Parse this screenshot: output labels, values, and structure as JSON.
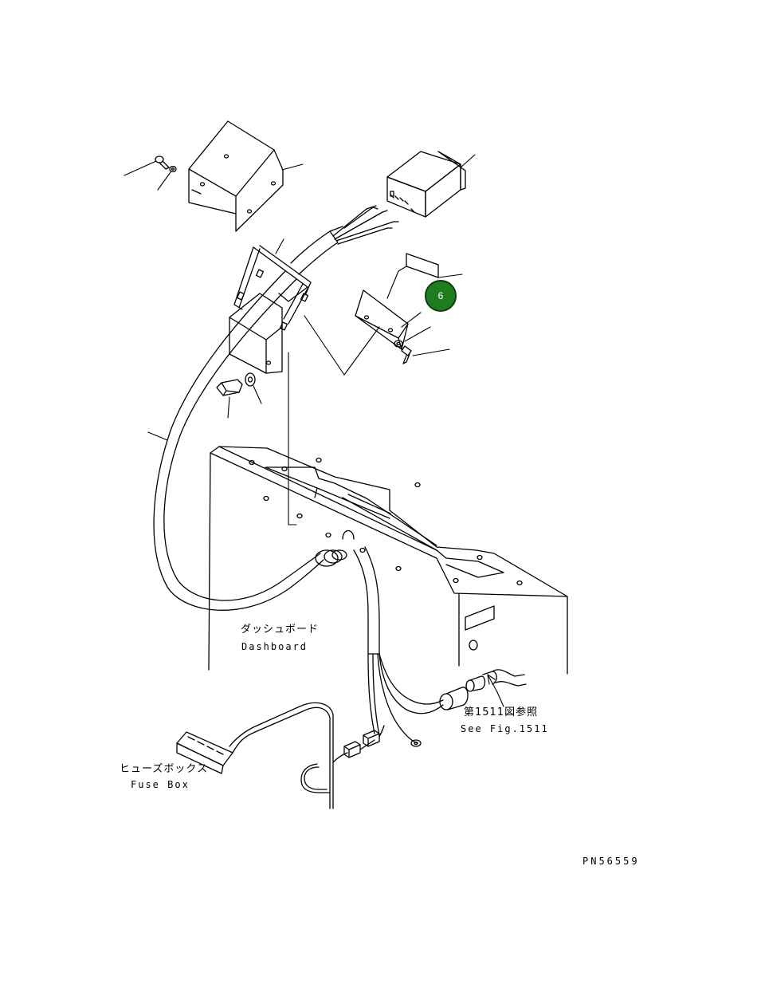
{
  "labels": {
    "dashboard_jp": "ダッシュボード",
    "dashboard_en": "Dashboard",
    "fig_ref_jp": "第1511図参照",
    "fig_ref_en": "See Fig.1511",
    "fuse_box_jp": "ヒューズボックス",
    "fuse_box_en": "Fuse Box",
    "drawing_number": "PN56559"
  },
  "callouts": [
    {
      "number": "6",
      "color": "#1f7d1f"
    }
  ],
  "colors": {
    "line": "#000000",
    "background": "#ffffff"
  }
}
